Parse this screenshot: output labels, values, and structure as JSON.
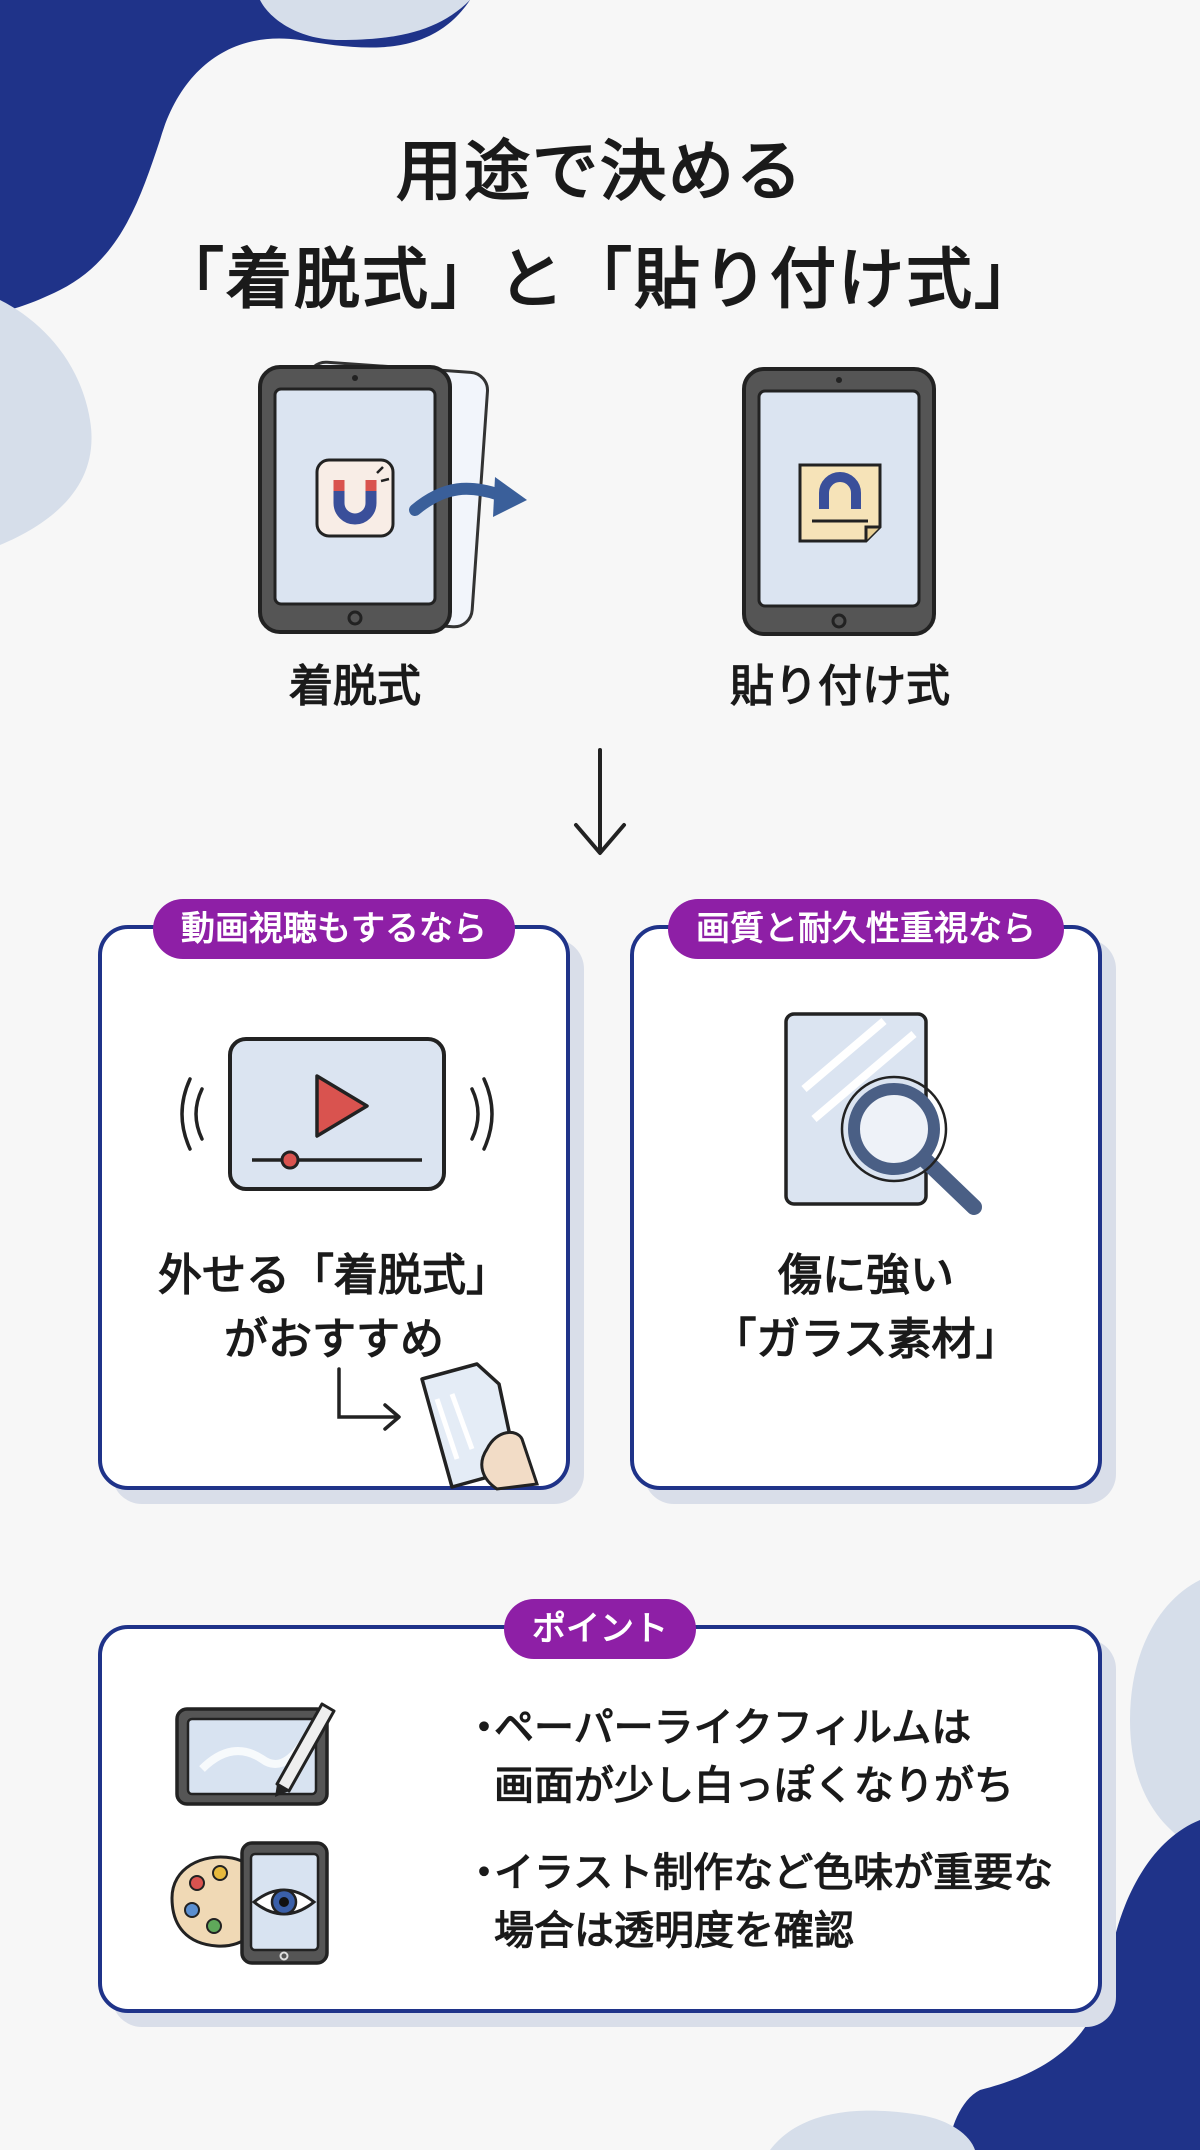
{
  "title": {
    "line1": "用途で決める",
    "line2": "「着脱式」と「貼り付け式」"
  },
  "devices": [
    {
      "label": "着脱式",
      "icon": "magnet-icon"
    },
    {
      "label": "貼り付け式",
      "icon": "sticky-magnet-icon"
    }
  ],
  "cards": [
    {
      "badge": "動画視聴もするなら",
      "text_line1": "外せる「着脱式」",
      "text_line2": "がおすすめ",
      "icon": "video-player-icon"
    },
    {
      "badge": "画質と耐久性重視なら",
      "text_line1": "傷に強い",
      "text_line2": "「ガラス素材」",
      "icon": "magnifier-glass-icon"
    }
  ],
  "points": {
    "badge": "ポイント",
    "items": [
      {
        "bullet": "・",
        "line1": "ペーパーライクフィルムは",
        "line2": "画面が少し白っぽくなりがち",
        "icon": "tablet-pen-icon"
      },
      {
        "bullet": "・",
        "line1": "イラスト制作など色味が重要な",
        "line2": "場合は透明度を確認",
        "icon": "palette-eye-icon"
      }
    ]
  },
  "colors": {
    "navy": "#1f3389",
    "purple": "#8e1fa6",
    "light_blue": "#dbe4f1",
    "red": "#d9534f"
  }
}
